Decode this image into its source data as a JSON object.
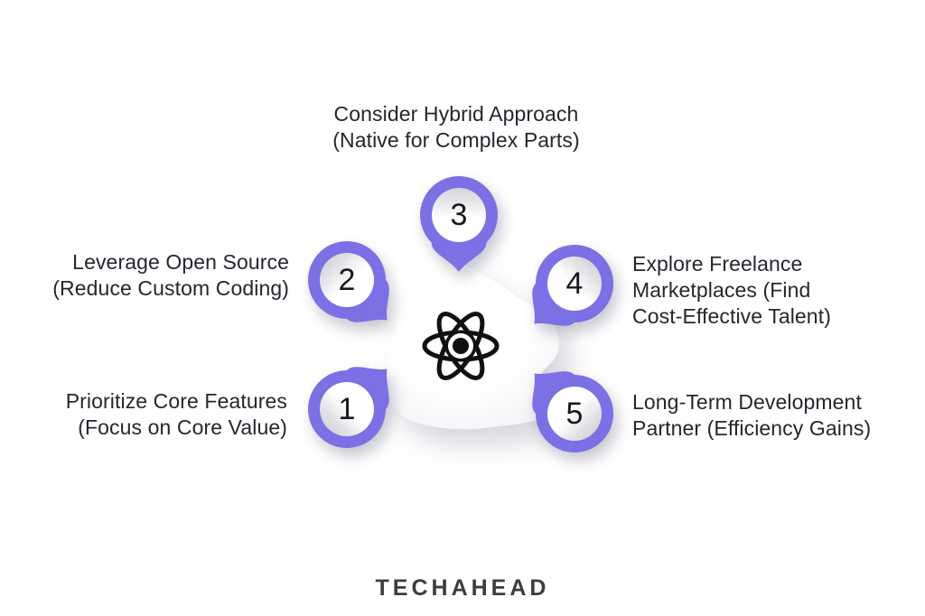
{
  "diagram": {
    "center_icon": "react-atom",
    "items": [
      {
        "number": "1",
        "position": "bottom-left",
        "lines": [
          "Prioritize Core Features",
          "(Focus on Core Value)"
        ]
      },
      {
        "number": "2",
        "position": "middle-left",
        "lines": [
          "Leverage Open Source",
          "(Reduce Custom Coding)"
        ]
      },
      {
        "number": "3",
        "position": "top-center",
        "lines": [
          "Consider Hybrid Approach",
          "(Native for Complex Parts)"
        ]
      },
      {
        "number": "4",
        "position": "middle-right",
        "lines": [
          "Explore Freelance",
          "Marketplaces (Find",
          "Cost-Effective Talent)"
        ]
      },
      {
        "number": "5",
        "position": "bottom-right",
        "lines": [
          "Long-Term Development",
          "Partner (Efficiency Gains)"
        ]
      }
    ]
  },
  "brand": {
    "wordmark": "TECHAHEAD"
  },
  "colors": {
    "pin": "#7b70e4",
    "text": "#23272e",
    "atom": "#111111",
    "background": "#ffffff",
    "brand_text": "#3d3d3d"
  }
}
